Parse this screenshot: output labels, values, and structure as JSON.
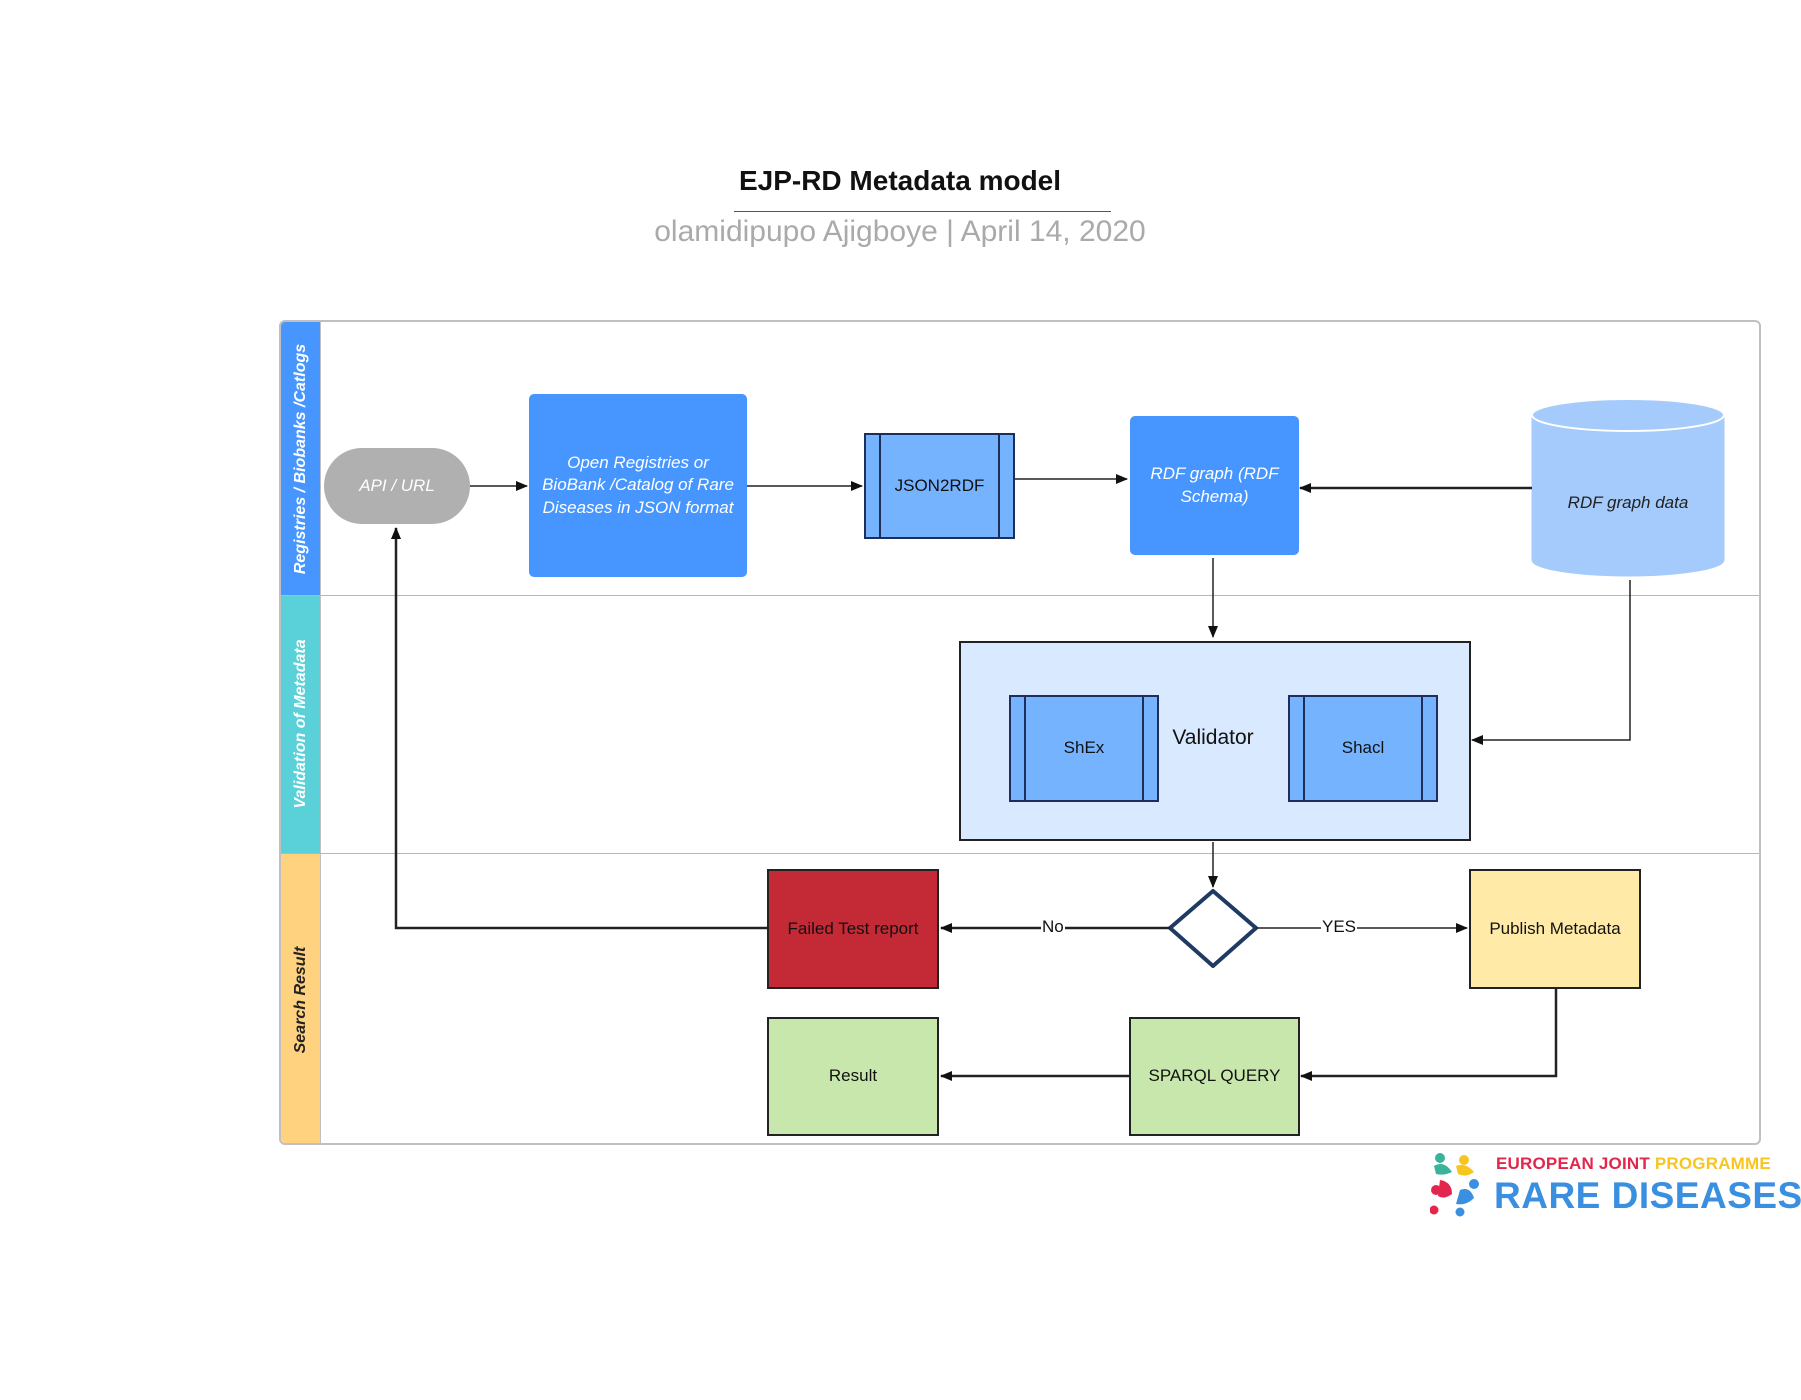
{
  "header": {
    "title": "EJP-RD Metadata model",
    "subtitle": "olamidipupo Ajigboye  |  April 14, 2020"
  },
  "lanes": [
    {
      "label": "Registries / Biobanks /Catlogs",
      "color": "#4796ff",
      "text_color": "#ffffff"
    },
    {
      "label": "Validation of Metadata",
      "color": "#5ad1d8",
      "text_color": "#ffffff"
    },
    {
      "label": "Search Result",
      "color": "#ffd27f",
      "text_color": "#222222"
    }
  ],
  "nodes": {
    "api": "API / URL",
    "open_registries": "Open Registries or BioBank /Catalog of Rare Diseases in JSON format",
    "json2rdf": "JSON2RDF",
    "rdf_graph_schema": "RDF graph  (RDF Schema)",
    "rdf_graph_data": "RDF graph  data",
    "validator": "Validator",
    "shex": "ShEx",
    "shacl": "Shacl",
    "failed_report": "Failed Test report",
    "publish": "Publish Metadata",
    "result": "Result",
    "sparql": "SPARQL QUERY"
  },
  "edge_labels": {
    "no": "No",
    "yes": "YES"
  },
  "colors": {
    "node_blue": "#4796ff",
    "process_blue": "#75b3ff",
    "database": "#a4cbfb",
    "validator_bg": "#d9e9ff",
    "failed": "#c42a35",
    "publish": "#ffeaa8",
    "result": "#c8e7ad",
    "decision_stroke": "#1f3a63"
  },
  "logo": {
    "line1_a": "EUROPEAN JOINT",
    "line1_b": " PROGRAMME",
    "line2": "RARE DISEASES"
  }
}
